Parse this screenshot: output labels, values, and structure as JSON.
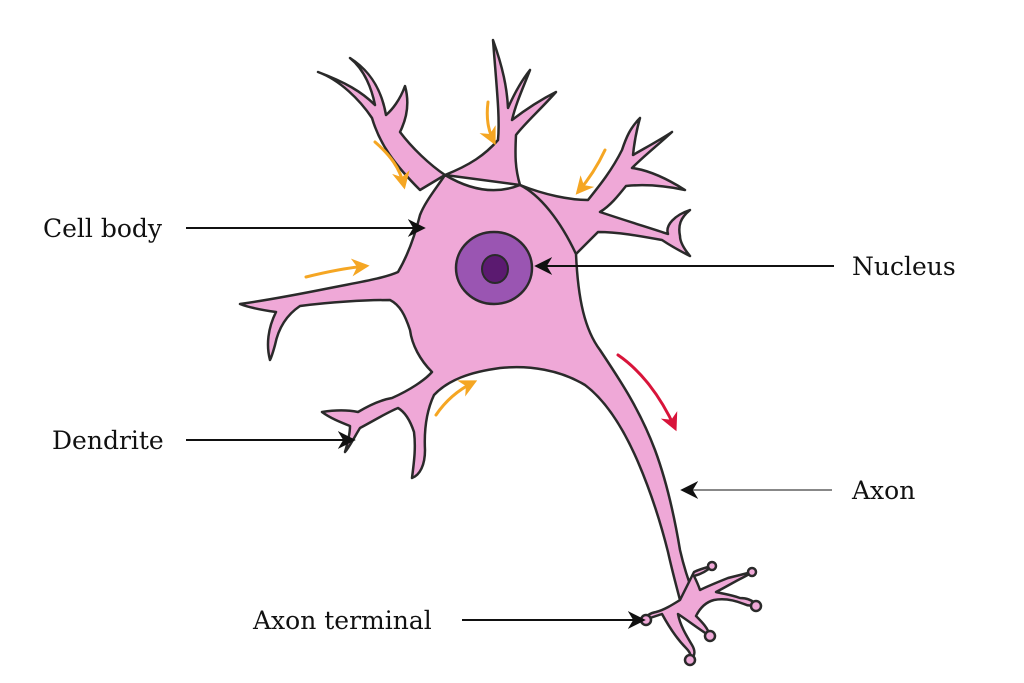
{
  "colors": {
    "cell_fill": "#efa8d7",
    "cell_outline": "#2a2a2a",
    "nucleus_outer": "#9a55b2",
    "nucleus_inner": "#5b1a70",
    "signal_in_arrow": "#f5a623",
    "signal_out_arrow": "#d8143a",
    "leader_line": "#111111",
    "axon_leader_line": "#888888"
  },
  "labels": {
    "cell_body": "Cell body",
    "dendrite": "Dendrite",
    "nucleus": "Nucleus",
    "axon": "Axon",
    "axon_terminal": "Axon terminal"
  }
}
